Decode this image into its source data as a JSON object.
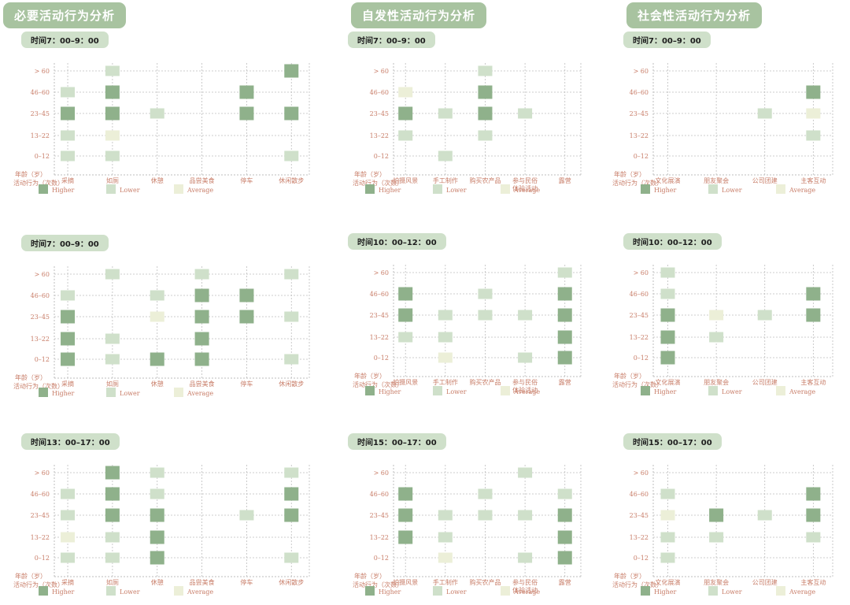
{
  "columns": [
    {
      "title": "必要活动行为分析"
    },
    {
      "title": "自发性活动行为分析"
    },
    {
      "title": "社会性活动行为分析"
    }
  ],
  "colors": {
    "Higher": "#8fb18b",
    "Lower": "#cfe0ca",
    "Average": "#ecefd8",
    "grid": "#bdbdbd",
    "label": "#c87d68",
    "title_bg": "#a8c3a0",
    "pill_bg": "#cfe0ca"
  },
  "chart_data": [
    {
      "type": "heatmap",
      "time": "时间7：00–9：00",
      "ylabel": "年龄（岁）",
      "xlabel": "活动行为（次数）",
      "y_categories": [
        "0–12",
        "13–22",
        "23–45",
        "46–60",
        "> 60"
      ],
      "x_categories": [
        "采摘",
        "如厕",
        "休憩",
        "品尝美食",
        "停车",
        "休闲散步"
      ],
      "legend": [
        "Higher",
        "Lower",
        "Average"
      ],
      "cells": [
        [
          "采摘",
          "0–12",
          "Lower"
        ],
        [
          "采摘",
          "13–22",
          "Lower"
        ],
        [
          "采摘",
          "23–45",
          "Higher"
        ],
        [
          "采摘",
          "46–60",
          "Lower"
        ],
        [
          "如厕",
          "0–12",
          "Lower"
        ],
        [
          "如厕",
          "13–22",
          "Average"
        ],
        [
          "如厕",
          "23–45",
          "Higher"
        ],
        [
          "如厕",
          "46–60",
          "Higher"
        ],
        [
          "如厕",
          "> 60",
          "Lower"
        ],
        [
          "休憩",
          "23–45",
          "Lower"
        ],
        [
          "停车",
          "23–45",
          "Higher"
        ],
        [
          "停车",
          "46–60",
          "Higher"
        ],
        [
          "休闲散步",
          "0–12",
          "Lower"
        ],
        [
          "休闲散步",
          "23–45",
          "Higher"
        ],
        [
          "休闲散步",
          "> 60",
          "Higher"
        ]
      ]
    },
    {
      "type": "heatmap",
      "time": "时间7：00–9：00",
      "ylabel": "年龄（岁）",
      "xlabel": "活动行为（次数）",
      "y_categories": [
        "0–12",
        "13–22",
        "23–45",
        "46–60",
        "> 60"
      ],
      "x_categories": [
        "拍摄风景",
        "手工制作",
        "购买农产品",
        "参与民俗体验活动",
        "露营"
      ],
      "legend": [
        "Higher",
        "Lower",
        "Average"
      ],
      "cells": [
        [
          "拍摄风景",
          "13–22",
          "Lower"
        ],
        [
          "拍摄风景",
          "23–45",
          "Higher"
        ],
        [
          "拍摄风景",
          "46–60",
          "Average"
        ],
        [
          "手工制作",
          "0–12",
          "Lower"
        ],
        [
          "手工制作",
          "23–45",
          "Lower"
        ],
        [
          "购买农产品",
          "13–22",
          "Lower"
        ],
        [
          "购买农产品",
          "23–45",
          "Higher"
        ],
        [
          "购买农产品",
          "46–60",
          "Higher"
        ],
        [
          "购买农产品",
          "> 60",
          "Lower"
        ],
        [
          "参与民俗体验活动",
          "23–45",
          "Lower"
        ]
      ]
    },
    {
      "type": "heatmap",
      "time": "时间7：00–9：00",
      "ylabel": "年龄（岁）",
      "xlabel": "活动行为（次数）",
      "y_categories": [
        "0–12",
        "13–22",
        "23–45",
        "46–60",
        "> 60"
      ],
      "x_categories": [
        "文化展演",
        "朋友聚会",
        "公司团建",
        "主客互动"
      ],
      "legend": [
        "Higher",
        "Lower",
        "Average"
      ],
      "cells": [
        [
          "公司团建",
          "23–45",
          "Lower"
        ],
        [
          "主客互动",
          "13–22",
          "Lower"
        ],
        [
          "主客互动",
          "23–45",
          "Average"
        ],
        [
          "主客互动",
          "46–60",
          "Higher"
        ]
      ]
    },
    {
      "type": "heatmap",
      "time": "时间7：00–9：00",
      "ylabel": "年龄（岁）",
      "xlabel": "活动行为（次数）",
      "y_categories": [
        "0–12",
        "13–22",
        "23–45",
        "46–60",
        "> 60"
      ],
      "x_categories": [
        "采摘",
        "如厕",
        "休憩",
        "品尝美食",
        "停车",
        "休闲散步"
      ],
      "legend": [
        "Higher",
        "Lower",
        "Average"
      ],
      "cells": [
        [
          "采摘",
          "0–12",
          "Higher"
        ],
        [
          "采摘",
          "13–22",
          "Higher"
        ],
        [
          "采摘",
          "23–45",
          "Higher"
        ],
        [
          "采摘",
          "46–60",
          "Lower"
        ],
        [
          "如厕",
          "0–12",
          "Lower"
        ],
        [
          "如厕",
          "13–22",
          "Lower"
        ],
        [
          "如厕",
          "> 60",
          "Lower"
        ],
        [
          "休憩",
          "0–12",
          "Higher"
        ],
        [
          "休憩",
          "23–45",
          "Average"
        ],
        [
          "休憩",
          "46–60",
          "Lower"
        ],
        [
          "品尝美食",
          "0–12",
          "Higher"
        ],
        [
          "品尝美食",
          "13–22",
          "Higher"
        ],
        [
          "品尝美食",
          "23–45",
          "Higher"
        ],
        [
          "品尝美食",
          "46–60",
          "Higher"
        ],
        [
          "品尝美食",
          "> 60",
          "Lower"
        ],
        [
          "停车",
          "23–45",
          "Higher"
        ],
        [
          "停车",
          "46–60",
          "Higher"
        ],
        [
          "休闲散步",
          "0–12",
          "Lower"
        ],
        [
          "休闲散步",
          "23–45",
          "Lower"
        ],
        [
          "休闲散步",
          "> 60",
          "Lower"
        ]
      ]
    },
    {
      "type": "heatmap",
      "time": "时间10：00–12：00",
      "ylabel": "年龄（岁）",
      "xlabel": "活动行为（次数）",
      "y_categories": [
        "0–12",
        "13–22",
        "23–45",
        "46–60",
        "> 60"
      ],
      "x_categories": [
        "拍摄风景",
        "手工制作",
        "购买农产品",
        "参与民俗体验活动",
        "露营"
      ],
      "legend": [
        "Higher",
        "Lower",
        "Average"
      ],
      "cells": [
        [
          "拍摄风景",
          "13–22",
          "Lower"
        ],
        [
          "拍摄风景",
          "23–45",
          "Higher"
        ],
        [
          "拍摄风景",
          "46–60",
          "Higher"
        ],
        [
          "手工制作",
          "0–12",
          "Average"
        ],
        [
          "手工制作",
          "13–22",
          "Lower"
        ],
        [
          "手工制作",
          "23–45",
          "Lower"
        ],
        [
          "购买农产品",
          "23–45",
          "Lower"
        ],
        [
          "购买农产品",
          "46–60",
          "Lower"
        ],
        [
          "参与民俗体验活动",
          "0–12",
          "Lower"
        ],
        [
          "参与民俗体验活动",
          "23–45",
          "Lower"
        ],
        [
          "露营",
          "0–12",
          "Higher"
        ],
        [
          "露营",
          "13–22",
          "Higher"
        ],
        [
          "露营",
          "23–45",
          "Higher"
        ],
        [
          "露营",
          "46–60",
          "Higher"
        ],
        [
          "露营",
          "> 60",
          "Lower"
        ]
      ]
    },
    {
      "type": "heatmap",
      "time": "时间10：00–12：00",
      "ylabel": "年龄（岁）",
      "xlabel": "活动行为（次数）",
      "y_categories": [
        "0–12",
        "13–22",
        "23–45",
        "46–60",
        "> 60"
      ],
      "x_categories": [
        "文化展演",
        "朋友聚会",
        "公司团建",
        "主客互动"
      ],
      "legend": [
        "Higher",
        "Lower",
        "Average"
      ],
      "cells": [
        [
          "文化展演",
          "0–12",
          "Higher"
        ],
        [
          "文化展演",
          "13–22",
          "Higher"
        ],
        [
          "文化展演",
          "23–45",
          "Higher"
        ],
        [
          "文化展演",
          "46–60",
          "Lower"
        ],
        [
          "文化展演",
          "> 60",
          "Lower"
        ],
        [
          "朋友聚会",
          "13–22",
          "Lower"
        ],
        [
          "朋友聚会",
          "23–45",
          "Average"
        ],
        [
          "公司团建",
          "23–45",
          "Lower"
        ],
        [
          "主客互动",
          "23–45",
          "Higher"
        ],
        [
          "主客互动",
          "46–60",
          "Higher"
        ]
      ]
    },
    {
      "type": "heatmap",
      "time": "时间13：00–17：00",
      "ylabel": "年龄（岁）",
      "xlabel": "活动行为（次数）",
      "y_categories": [
        "0–12",
        "13–22",
        "23–45",
        "46–60",
        "> 60"
      ],
      "x_categories": [
        "采摘",
        "如厕",
        "休憩",
        "品尝美食",
        "停车",
        "休闲散步"
      ],
      "legend": [
        "Higher",
        "Lower",
        "Average"
      ],
      "cells": [
        [
          "采摘",
          "0–12",
          "Lower"
        ],
        [
          "采摘",
          "13–22",
          "Average"
        ],
        [
          "采摘",
          "23–45",
          "Lower"
        ],
        [
          "采摘",
          "46–60",
          "Lower"
        ],
        [
          "如厕",
          "0–12",
          "Lower"
        ],
        [
          "如厕",
          "13–22",
          "Lower"
        ],
        [
          "如厕",
          "23–45",
          "Higher"
        ],
        [
          "如厕",
          "46–60",
          "Higher"
        ],
        [
          "如厕",
          "> 60",
          "Higher"
        ],
        [
          "休憩",
          "0–12",
          "Higher"
        ],
        [
          "休憩",
          "13–22",
          "Higher"
        ],
        [
          "休憩",
          "23–45",
          "Higher"
        ],
        [
          "休憩",
          "46–60",
          "Lower"
        ],
        [
          "休憩",
          "> 60",
          "Lower"
        ],
        [
          "停车",
          "23–45",
          "Lower"
        ],
        [
          "休闲散步",
          "0–12",
          "Lower"
        ],
        [
          "休闲散步",
          "23–45",
          "Higher"
        ],
        [
          "休闲散步",
          "46–60",
          "Higher"
        ],
        [
          "休闲散步",
          "> 60",
          "Lower"
        ]
      ]
    },
    {
      "type": "heatmap",
      "time": "时间15：00–17：00",
      "ylabel": "年龄（岁）",
      "xlabel": "活动行为（次数）",
      "y_categories": [
        "0–12",
        "13–22",
        "23–45",
        "46–60",
        "> 60"
      ],
      "x_categories": [
        "拍摄风景",
        "手工制作",
        "购买农产品",
        "参与民俗体验活动",
        "露营"
      ],
      "legend": [
        "Higher",
        "Lower",
        "Average"
      ],
      "cells": [
        [
          "拍摄风景",
          "13–22",
          "Higher"
        ],
        [
          "拍摄风景",
          "23–45",
          "Higher"
        ],
        [
          "拍摄风景",
          "46–60",
          "Higher"
        ],
        [
          "手工制作",
          "0–12",
          "Average"
        ],
        [
          "手工制作",
          "13–22",
          "Lower"
        ],
        [
          "手工制作",
          "23–45",
          "Lower"
        ],
        [
          "购买农产品",
          "23–45",
          "Lower"
        ],
        [
          "购买农产品",
          "46–60",
          "Lower"
        ],
        [
          "参与民俗体验活动",
          "0–12",
          "Lower"
        ],
        [
          "参与民俗体验活动",
          "23–45",
          "Lower"
        ],
        [
          "参与民俗体验活动",
          "> 60",
          "Lower"
        ],
        [
          "露营",
          "0–12",
          "Higher"
        ],
        [
          "露营",
          "13–22",
          "Higher"
        ],
        [
          "露营",
          "23–45",
          "Higher"
        ],
        [
          "露营",
          "46–60",
          "Lower"
        ]
      ]
    },
    {
      "type": "heatmap",
      "time": "时间15：00–17：00",
      "ylabel": "年龄（岁）",
      "xlabel": "活动行为（次数）",
      "y_categories": [
        "0–12",
        "13–22",
        "23–45",
        "46–60",
        "> 60"
      ],
      "x_categories": [
        "文化展演",
        "朋友聚会",
        "公司团建",
        "主客互动"
      ],
      "legend": [
        "Higher",
        "Lower",
        "Average"
      ],
      "cells": [
        [
          "文化展演",
          "0–12",
          "Lower"
        ],
        [
          "文化展演",
          "13–22",
          "Lower"
        ],
        [
          "文化展演",
          "23–45",
          "Average"
        ],
        [
          "文化展演",
          "46–60",
          "Lower"
        ],
        [
          "朋友聚会",
          "13–22",
          "Lower"
        ],
        [
          "朋友聚会",
          "23–45",
          "Higher"
        ],
        [
          "公司团建",
          "23–45",
          "Lower"
        ],
        [
          "主客互动",
          "13–22",
          "Lower"
        ],
        [
          "主客互动",
          "23–45",
          "Higher"
        ],
        [
          "主客互动",
          "46–60",
          "Higher"
        ]
      ]
    }
  ]
}
